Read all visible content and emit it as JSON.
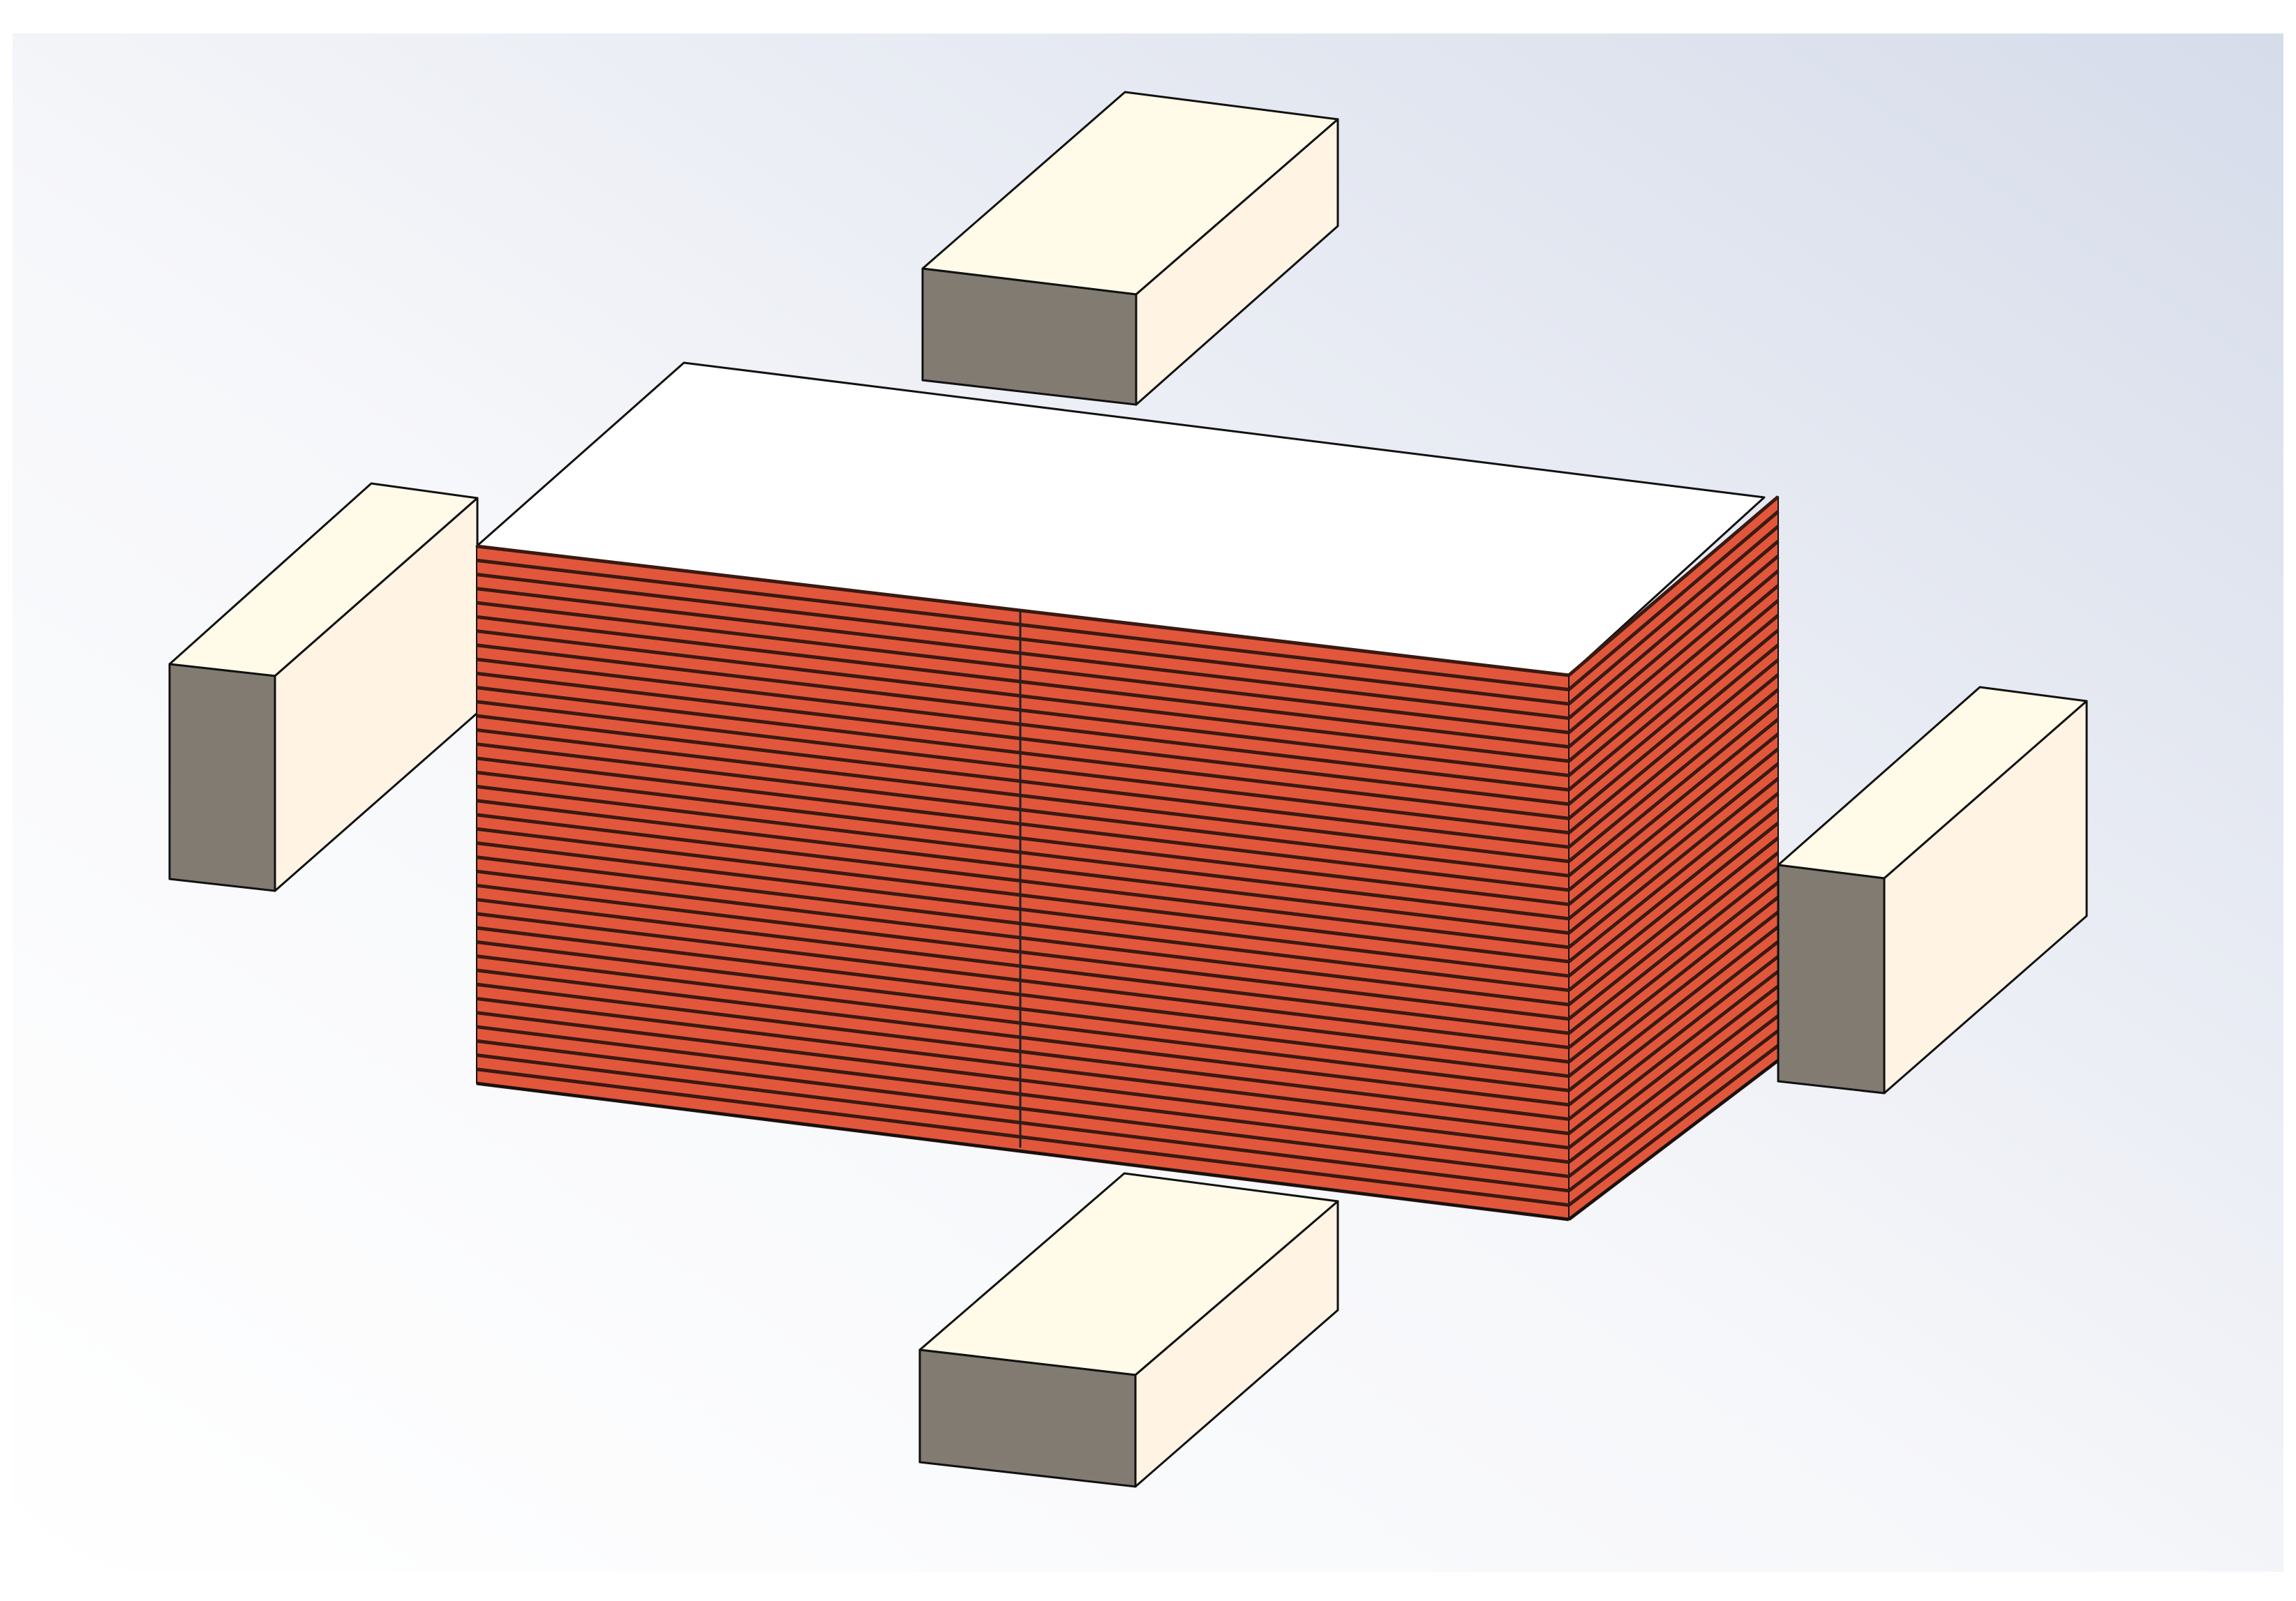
{
  "scene": {
    "description_hidden": "",
    "colors": {
      "background_top_right": "#d9dfec",
      "background_bottom_left": "#ffffff",
      "block_face_light": "#fff4e4",
      "block_face_top": "#fffbe8",
      "block_face_dark": "#817b72",
      "edge": "#111111",
      "stack_top": "#ffffff",
      "lamination_red": "#e2573b",
      "lamination_dark": "#3a1a12"
    },
    "components": [
      {
        "id": "block-top",
        "kind": "rectangular-block"
      },
      {
        "id": "block-left",
        "kind": "rectangular-block"
      },
      {
        "id": "block-right",
        "kind": "rectangular-block"
      },
      {
        "id": "block-bottom",
        "kind": "rectangular-block"
      },
      {
        "id": "laminated-stack",
        "kind": "laminated-core-stack",
        "layer_count": 38
      }
    ]
  }
}
